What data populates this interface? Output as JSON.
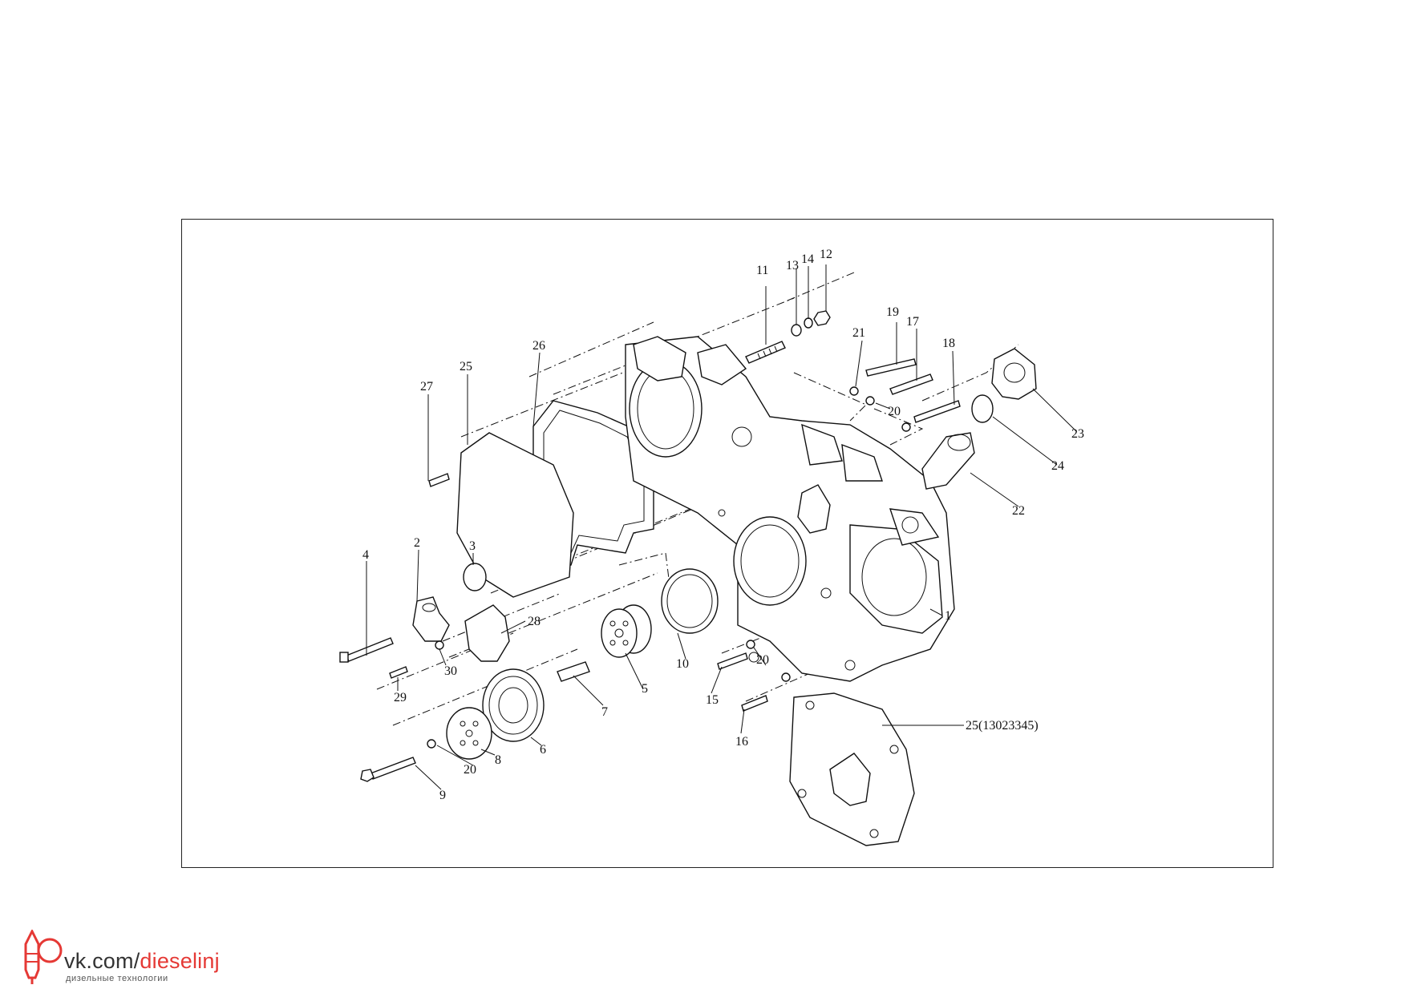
{
  "labels": {
    "l1": "1",
    "l2": "2",
    "l3": "3",
    "l4": "4",
    "l5": "5",
    "l6": "6",
    "l7": "7",
    "l8": "8",
    "l9": "9",
    "l10": "10",
    "l11": "11",
    "l12": "12",
    "l13": "13",
    "l14": "14",
    "l15": "15",
    "l16": "16",
    "l17": "17",
    "l18": "18",
    "l19": "19",
    "l20a": "20",
    "l20b": "20",
    "l20c": "20",
    "l21": "21",
    "l22": "22",
    "l23": "23",
    "l24": "24",
    "l25a": "25",
    "l25b": "25(13023345)",
    "l26": "26",
    "l27": "27",
    "l28": "28",
    "l29": "29",
    "l30": "30"
  },
  "watermark": {
    "url_prefix": "vk.com/",
    "url_accent": "dieselinj",
    "subtitle": "дизельные технологии",
    "accent_color": "#e53935"
  }
}
